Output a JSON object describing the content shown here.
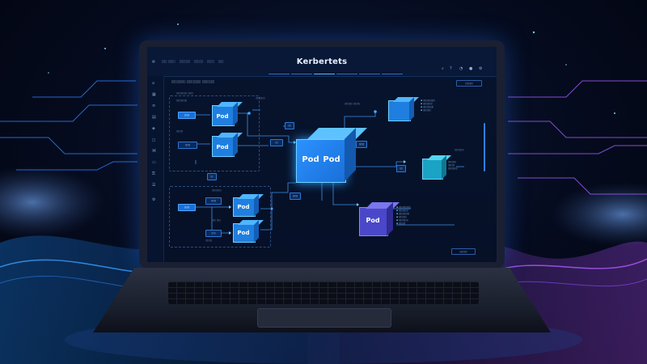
{
  "app": {
    "title": "Kerbertets",
    "menu": [
      "▯▯▯ ▯▯▯▯",
      "▯▯▯▯▯▯",
      "▯▯▯▯▯",
      "▯▯▯▯",
      "▯▯▯"
    ],
    "tabs": [
      "▯▯▯▯",
      "▯▯▯▯",
      "▯▯▯▯",
      "▯▯▯▯",
      "▯▯▯▯",
      "▯▯▯▯"
    ],
    "breadcrumb": "▯▯▯▯▯▯▯▯ ▯▯▯▯▯▯▯▯ ▯▯▯▯▯▯▯",
    "top_button": "▯▯▯▯▯▯",
    "bottom_button": "▯▯▯▯▯▯"
  },
  "pods": {
    "main_left": "Pod",
    "main_right": "Pod",
    "a": "Pod",
    "b": "Pod",
    "c": "Pod",
    "d": "Pod",
    "e": "Pod"
  },
  "tags": {
    "t1": "▯▯▯▯",
    "t2": "▯▯▯▯",
    "t3": "▯▯▯▯",
    "t4": "▯▯▯▯",
    "t5": "▯▯▯",
    "t6": "▯▯",
    "t7": "▯▯",
    "t8": "▯▯▯▯",
    "t9": "▯▯▯▯",
    "t10": "▯▯",
    "t11": "▯▯"
  },
  "colors": {
    "accent": "#2d9bff",
    "cube_front": "#1f7fe0",
    "cube_top": "#4fb6ff",
    "cube_side": "#125fb8",
    "violet_front": "#4a47c9",
    "teal_front": "#1aa3c4"
  },
  "icons": [
    "menu-icon",
    "home-icon",
    "grid-icon",
    "layers-icon",
    "settings-icon",
    "user-icon",
    "search-icon",
    "bell-icon"
  ]
}
